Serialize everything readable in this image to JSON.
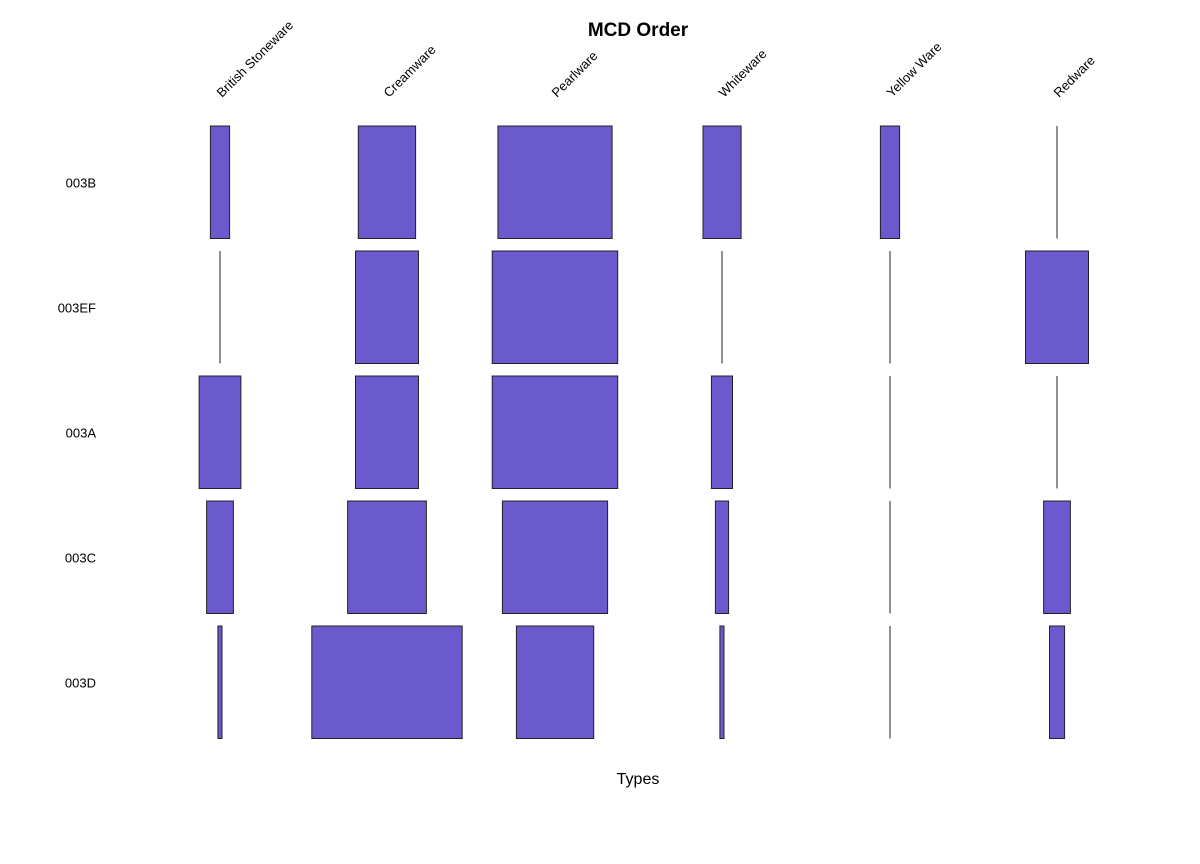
{
  "chart_data": {
    "type": "battleship",
    "title": "MCD Order",
    "xlabel": "Types",
    "ylabel": "",
    "categories": [
      "British Stoneware",
      "Creamware",
      "Pearlware",
      "Whiteware",
      "Yellow Ware",
      "Redware"
    ],
    "rows": [
      "003B",
      "003EF",
      "003A",
      "003C",
      "003D"
    ],
    "values": [
      [
        0.051,
        0.152,
        0.303,
        0.101,
        0.051,
        0.0
      ],
      [
        0.0,
        0.167,
        0.333,
        0.0,
        0.0,
        0.167
      ],
      [
        0.111,
        0.167,
        0.333,
        0.056,
        0.0,
        0.0
      ],
      [
        0.071,
        0.209,
        0.279,
        0.035,
        0.0,
        0.071
      ],
      [
        0.011,
        0.399,
        0.205,
        0.011,
        0.0,
        0.04
      ]
    ],
    "bar_color": "#6A5ACD",
    "grid": false
  }
}
